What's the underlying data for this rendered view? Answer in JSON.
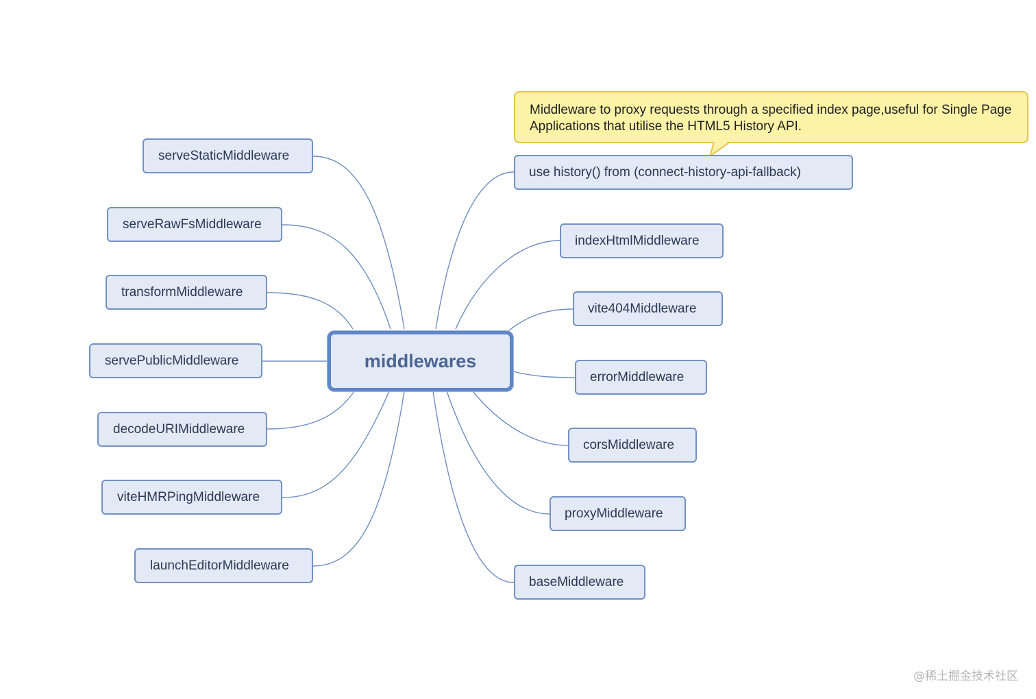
{
  "center": {
    "label": "middlewares"
  },
  "left_nodes": [
    "serveStaticMiddleware",
    "serveRawFsMiddleware",
    "transformMiddleware",
    "servePublicMiddleware",
    "decodeURIMiddleware",
    "viteHMRPingMiddleware",
    "launchEditorMiddleware"
  ],
  "right_nodes": [
    "use history() from (connect-history-api-fallback)",
    "indexHtmlMiddleware",
    "vite404Middleware",
    "errorMiddleware",
    "corsMiddleware",
    "proxyMiddleware",
    "baseMiddleware"
  ],
  "note": {
    "text": "Middleware to proxy requests through a specified index page,useful for Single Page Applications that utilise the HTML5 History API."
  },
  "watermark": "@稀土掘金技术社区",
  "colors": {
    "node_fill": "#e3e9f5",
    "node_border": "#7291c5",
    "edge": "#6f8fc0",
    "note_fill": "#fcf3a7",
    "note_border": "#e9c24f"
  }
}
